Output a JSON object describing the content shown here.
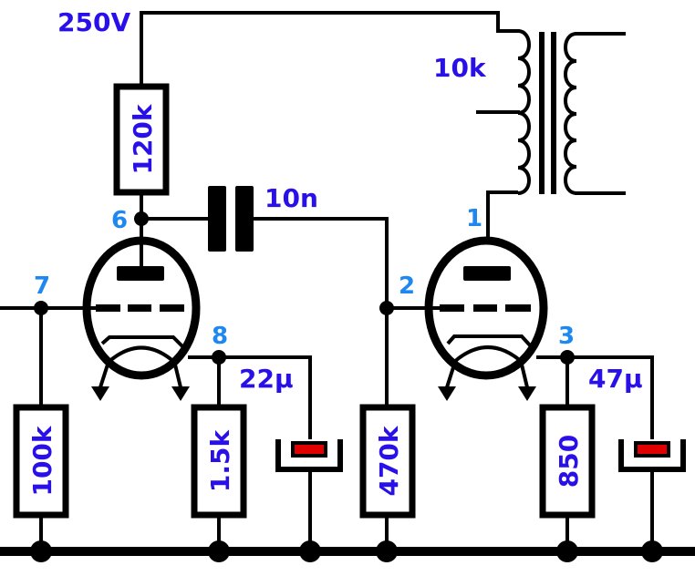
{
  "supply": {
    "label": "250V"
  },
  "components": {
    "r_anode1": "120k",
    "r_grid1": "100k",
    "r_cathode1": "1.5k",
    "c_cathode1": "22µ",
    "c_coupling": "10n",
    "r_grid2": "470k",
    "r_cathode2": "850",
    "c_cathode2": "47µ",
    "transformer": "10k"
  },
  "nodes": [
    "1",
    "2",
    "3",
    "6",
    "7",
    "8"
  ],
  "colors": {
    "value_text": "#2a10e8",
    "node_text": "#1e88f0",
    "electrolytic_fill": "#e00000"
  }
}
